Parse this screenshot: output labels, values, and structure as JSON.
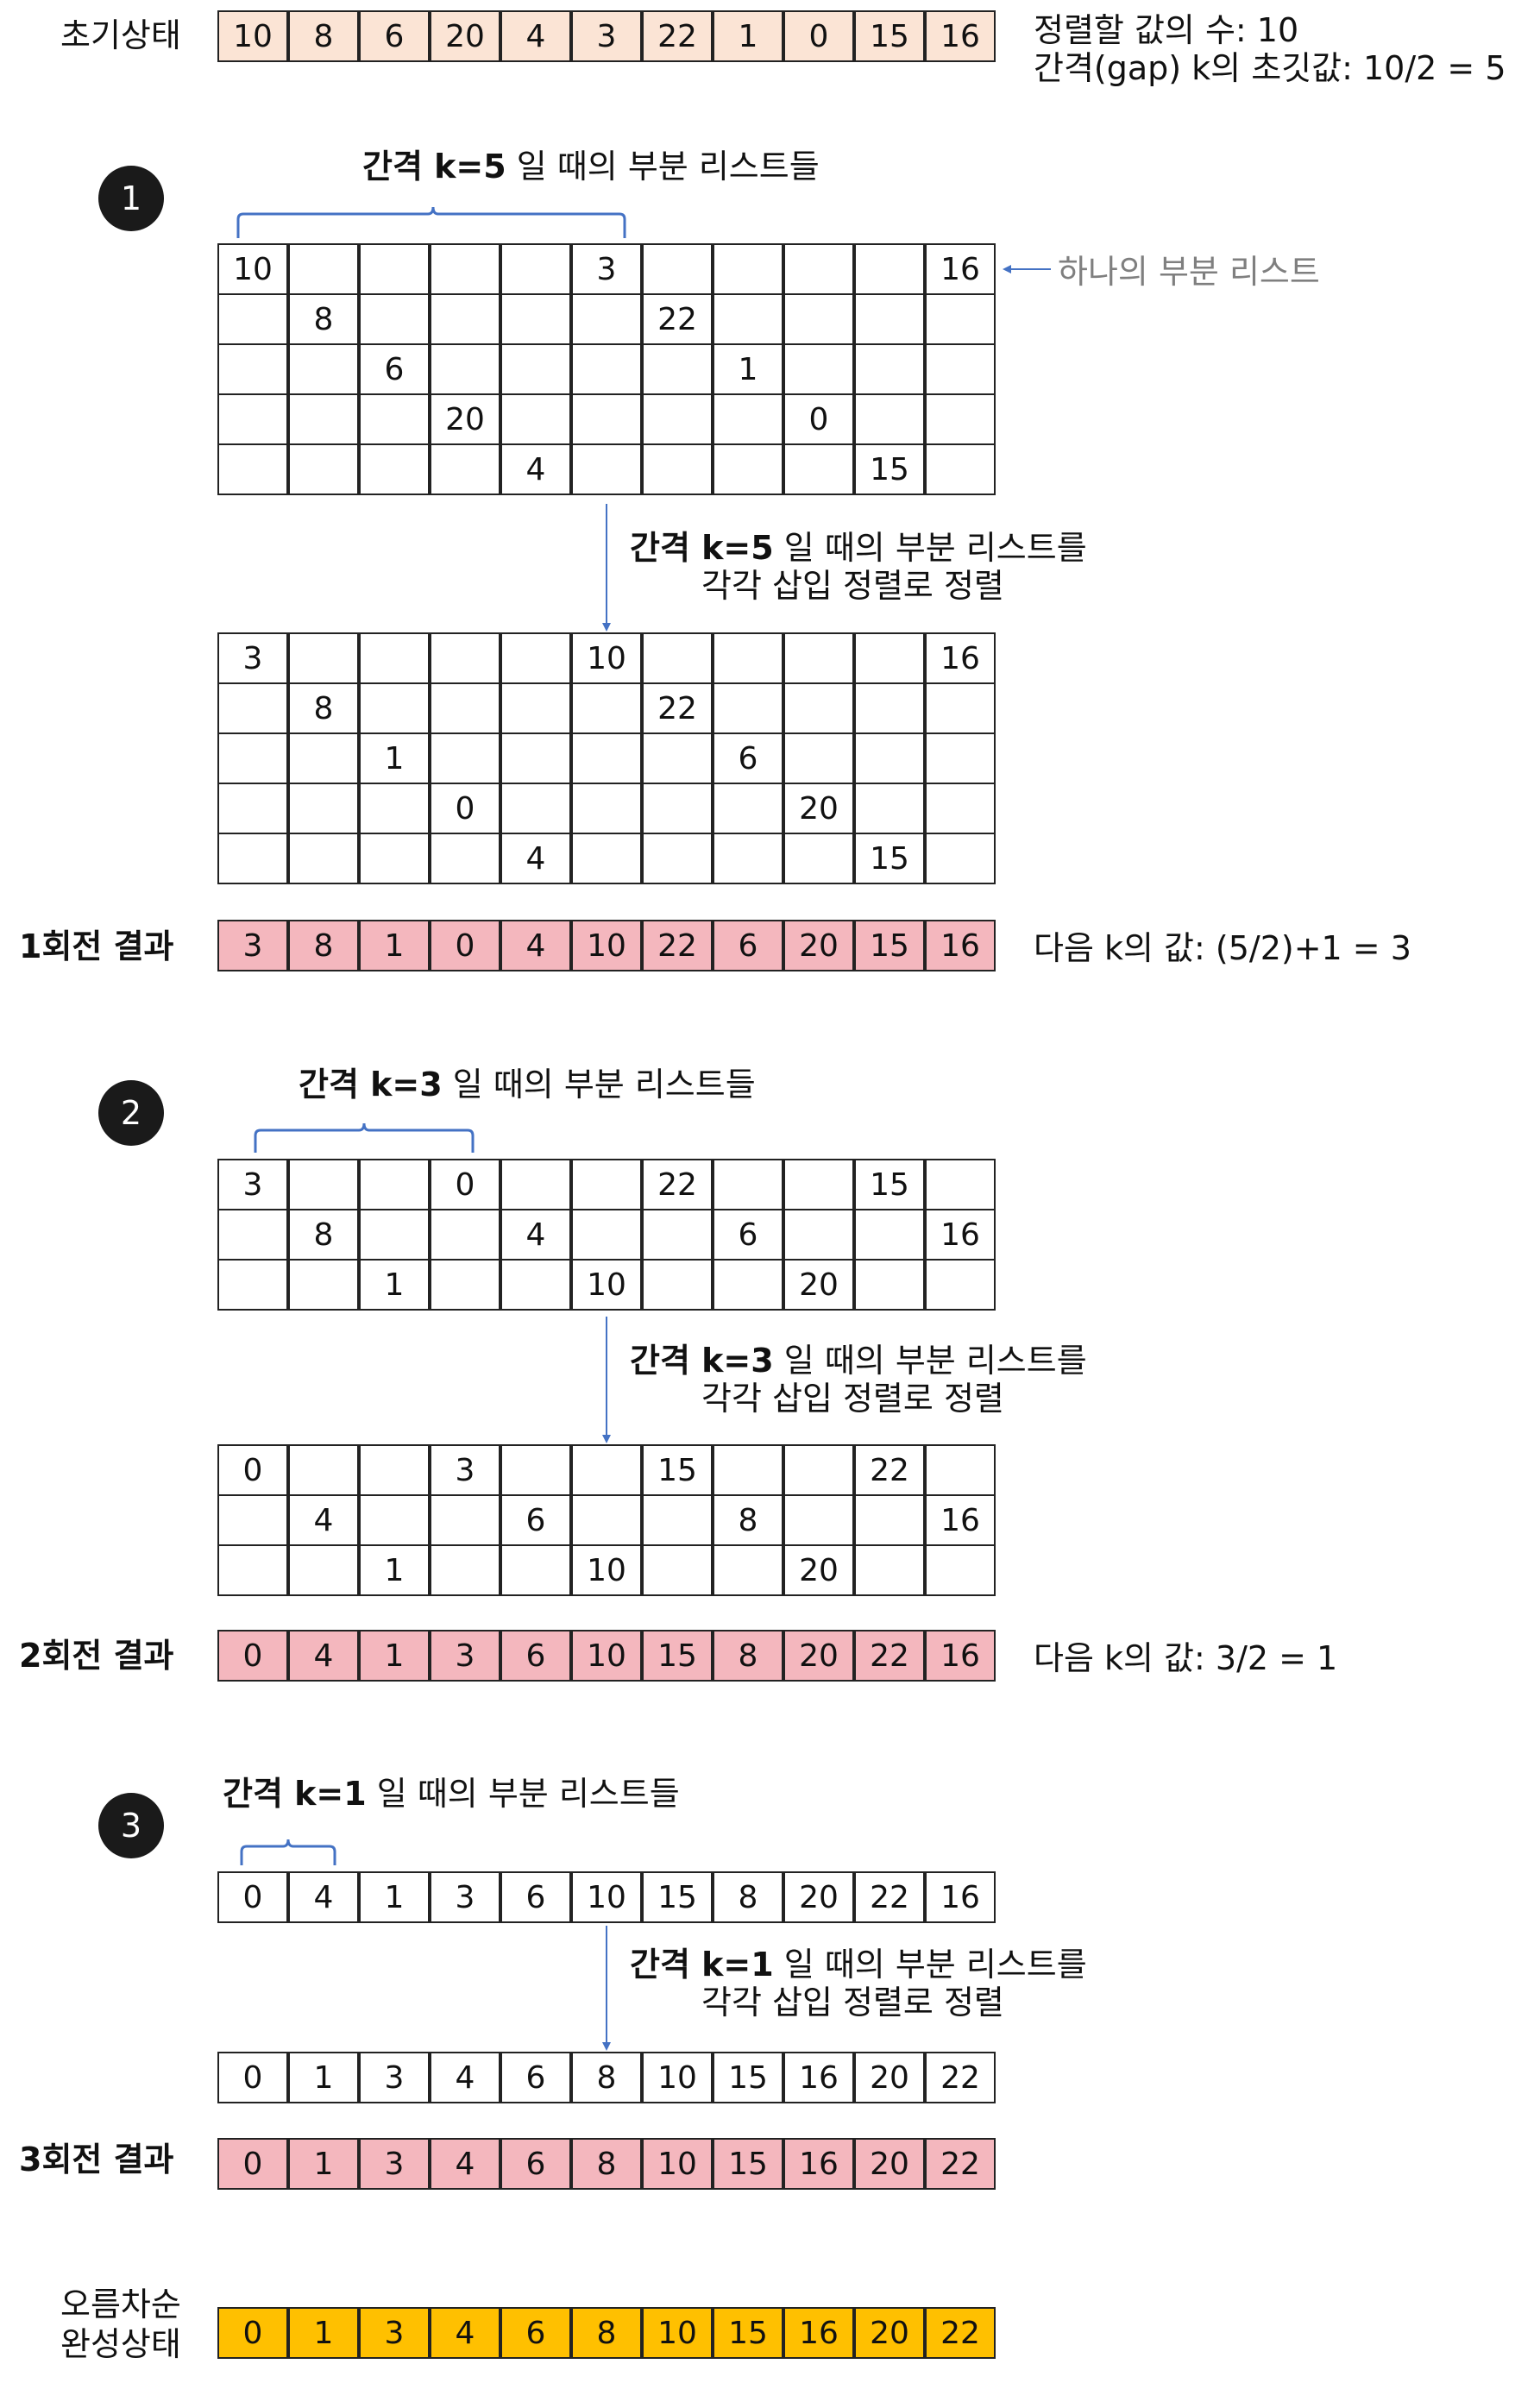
{
  "header": {
    "initial_label": "초기상태",
    "info_count": "정렬할 값의 수: 10",
    "info_gap": "간격(gap) k의 초깃값: 10/2 = 5"
  },
  "initial_values": [
    "10",
    "8",
    "6",
    "20",
    "4",
    "3",
    "22",
    "1",
    "0",
    "15",
    "16"
  ],
  "round1": {
    "badge": "1",
    "title_bold": "간격 k=5",
    "title_rest": " 일 때의 부분 리스트들",
    "sublist_note": "하나의 부분 리스트",
    "sublists_before": [
      [
        "10",
        "",
        "",
        "",
        "",
        "3",
        "",
        "",
        "",
        "",
        "16"
      ],
      [
        "",
        "8",
        "",
        "",
        "",
        "",
        "22",
        "",
        "",
        "",
        ""
      ],
      [
        "",
        "",
        "6",
        "",
        "",
        "",
        "",
        "1",
        "",
        "",
        ""
      ],
      [
        "",
        "",
        "",
        "20",
        "",
        "",
        "",
        "",
        "0",
        "",
        ""
      ],
      [
        "",
        "",
        "",
        "",
        "4",
        "",
        "",
        "",
        "",
        "15",
        ""
      ]
    ],
    "step_bold": "간격 k=5",
    "step_rest": " 일 때의 부분 리스트를",
    "step_line2": "각각 삽입 정렬로 정렬",
    "sublists_after": [
      [
        "3",
        "",
        "",
        "",
        "",
        "10",
        "",
        "",
        "",
        "",
        "16"
      ],
      [
        "",
        "8",
        "",
        "",
        "",
        "",
        "22",
        "",
        "",
        "",
        ""
      ],
      [
        "",
        "",
        "1",
        "",
        "",
        "",
        "",
        "6",
        "",
        "",
        ""
      ],
      [
        "",
        "",
        "",
        "0",
        "",
        "",
        "",
        "",
        "20",
        "",
        ""
      ],
      [
        "",
        "",
        "",
        "",
        "4",
        "",
        "",
        "",
        "",
        "15",
        ""
      ]
    ],
    "result_label": "1회전 결과",
    "result_values": [
      "3",
      "8",
      "1",
      "0",
      "4",
      "10",
      "22",
      "6",
      "20",
      "15",
      "16"
    ],
    "next_k": "다음 k의 값: (5/2)+1 = 3"
  },
  "round2": {
    "badge": "2",
    "title_bold": "간격 k=3",
    "title_rest": " 일 때의 부분 리스트들",
    "sublists_before": [
      [
        "3",
        "",
        "",
        "0",
        "",
        "",
        "22",
        "",
        "",
        "15",
        ""
      ],
      [
        "",
        "8",
        "",
        "",
        "4",
        "",
        "",
        "6",
        "",
        "",
        "16"
      ],
      [
        "",
        "",
        "1",
        "",
        "",
        "10",
        "",
        "",
        "20",
        "",
        ""
      ]
    ],
    "step_bold": "간격 k=3",
    "step_rest": " 일 때의 부분 리스트를",
    "step_line2": "각각 삽입 정렬로 정렬",
    "sublists_after": [
      [
        "0",
        "",
        "",
        "3",
        "",
        "",
        "15",
        "",
        "",
        "22",
        ""
      ],
      [
        "",
        "4",
        "",
        "",
        "6",
        "",
        "",
        "8",
        "",
        "",
        "16"
      ],
      [
        "",
        "",
        "1",
        "",
        "",
        "10",
        "",
        "",
        "20",
        "",
        ""
      ]
    ],
    "result_label": "2회전 결과",
    "result_values": [
      "0",
      "4",
      "1",
      "3",
      "6",
      "10",
      "15",
      "8",
      "20",
      "22",
      "16"
    ],
    "next_k": "다음 k의 값: 3/2 = 1"
  },
  "round3": {
    "badge": "3",
    "title_bold": "간격 k=1",
    "title_rest": " 일 때의 부분 리스트들",
    "sublists_before": [
      [
        "0",
        "4",
        "1",
        "3",
        "6",
        "10",
        "15",
        "8",
        "20",
        "22",
        "16"
      ]
    ],
    "step_bold": "간격 k=1",
    "step_rest": " 일 때의 부분 리스트를",
    "step_line2": "각각 삽입 정렬로 정렬",
    "sublists_after": [
      [
        "0",
        "1",
        "3",
        "4",
        "6",
        "8",
        "10",
        "15",
        "16",
        "20",
        "22"
      ]
    ],
    "result_label": "3회전 결과",
    "result_values": [
      "0",
      "1",
      "3",
      "4",
      "6",
      "8",
      "10",
      "15",
      "16",
      "20",
      "22"
    ]
  },
  "final": {
    "label_line1": "오름차순",
    "label_line2": "완성상태",
    "values": [
      "0",
      "1",
      "3",
      "4",
      "6",
      "8",
      "10",
      "15",
      "16",
      "20",
      "22"
    ]
  },
  "colors": {
    "initial": "#fbe4d5",
    "result": "#f4b7be",
    "final": "#ffc000",
    "bracket": "#4472c4",
    "arrow": "#4472c4"
  }
}
